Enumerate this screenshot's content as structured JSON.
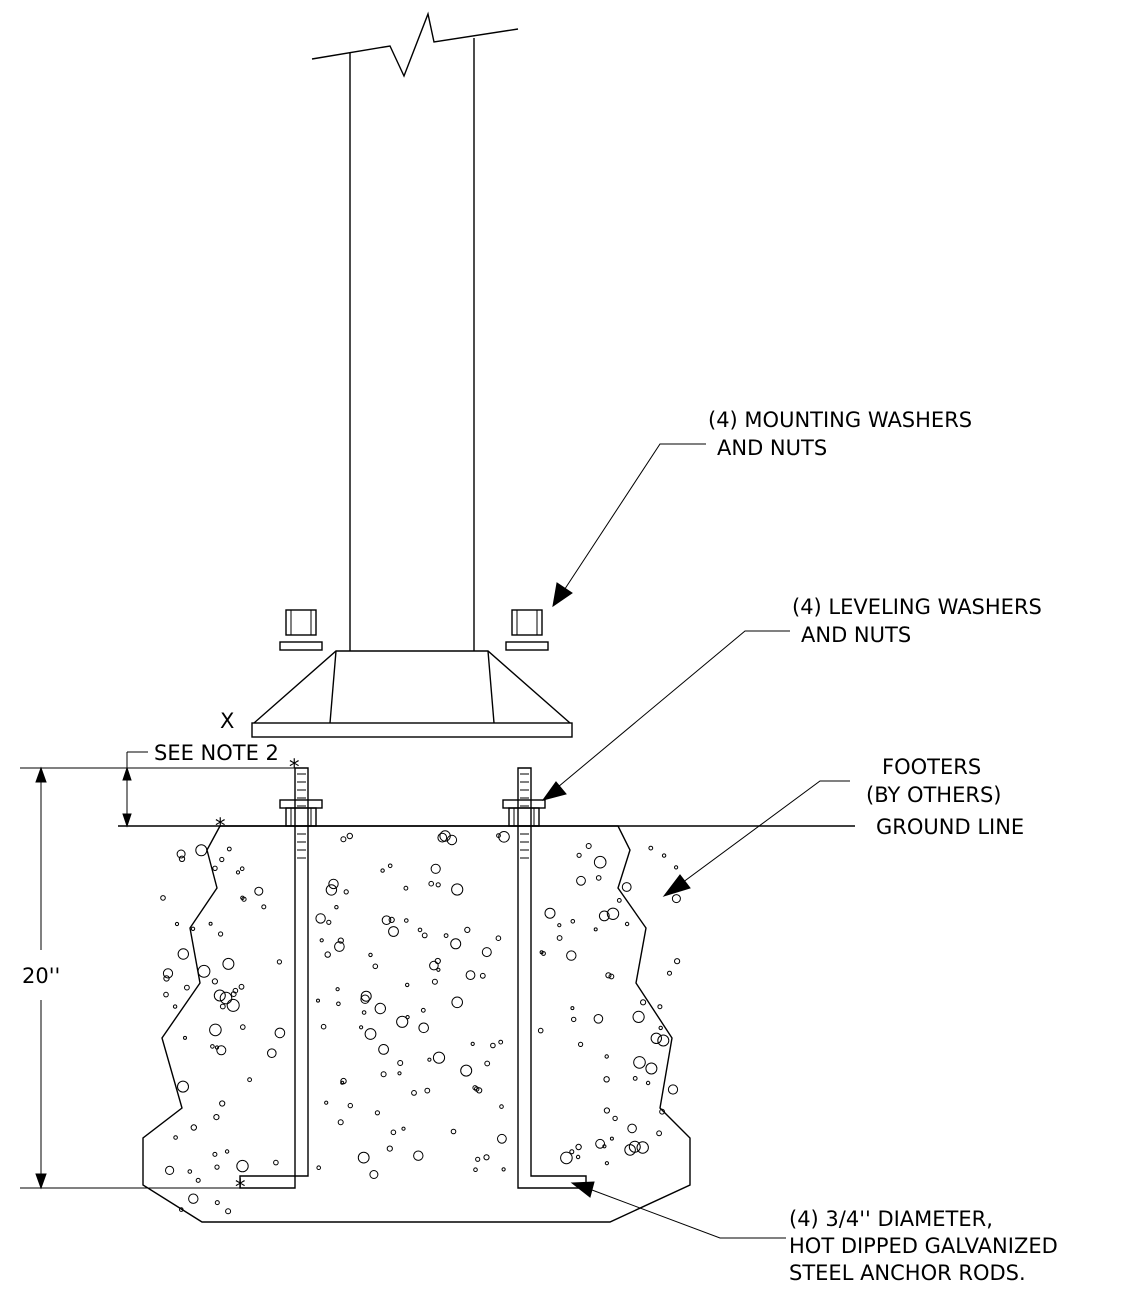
{
  "labels": {
    "mounting_washers": {
      "line1": "(4) MOUNTING WASHERS",
      "line2": "AND NUTS"
    },
    "leveling_washers": {
      "line1": "(4) LEVELING WASHERS",
      "line2": "AND NUTS"
    },
    "note_x": {
      "line1": "X",
      "line2": "SEE NOTE 2"
    },
    "ground_line": "GROUND LINE",
    "footers": {
      "line1": "FOOTERS",
      "line2": "(BY OTHERS)"
    },
    "depth_dimension": "20''",
    "anchor_rods": {
      "line1": "(4) 3/4'' DIAMETER,",
      "line2": "HOT DIPPED GALVANIZED",
      "line3": "STEEL ANCHOR RODS."
    }
  }
}
